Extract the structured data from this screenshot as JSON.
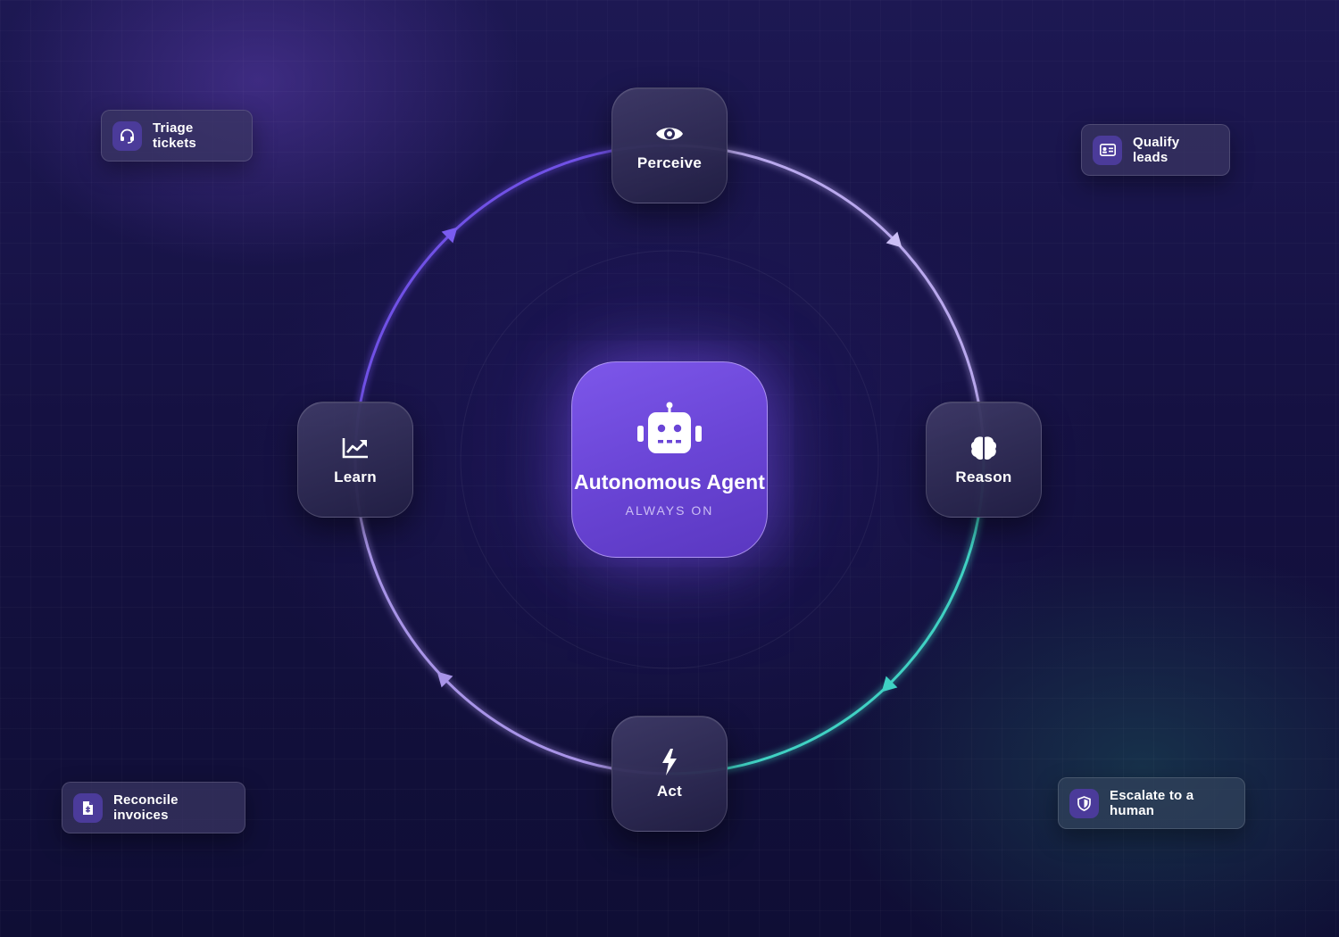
{
  "center": {
    "icon": "robot-icon",
    "title": "Autonomous Agent",
    "subtitle": "ALWAYS ON"
  },
  "stages": [
    {
      "label": "Perceive",
      "icon": "eye-icon"
    },
    {
      "label": "Reason",
      "icon": "brain-icon"
    },
    {
      "label": "Act",
      "icon": "lightning-bolt-icon"
    },
    {
      "label": "Learn",
      "icon": "trending-chart-icon"
    }
  ],
  "tasks": [
    {
      "label": "Triage tickets",
      "icon": "headset-icon"
    },
    {
      "label": "Qualify leads",
      "icon": "id-card-icon"
    },
    {
      "label": "Reconcile invoices",
      "icon": "invoice-icon"
    },
    {
      "label": "Escalate to a human",
      "icon": "shield-icon"
    }
  ],
  "colors": {
    "accent_purple": "#7c54f0",
    "ring_lavender": "#b9a8ee",
    "ring_teal": "#3fd1c3",
    "ring_violet": "#7051e6"
  }
}
